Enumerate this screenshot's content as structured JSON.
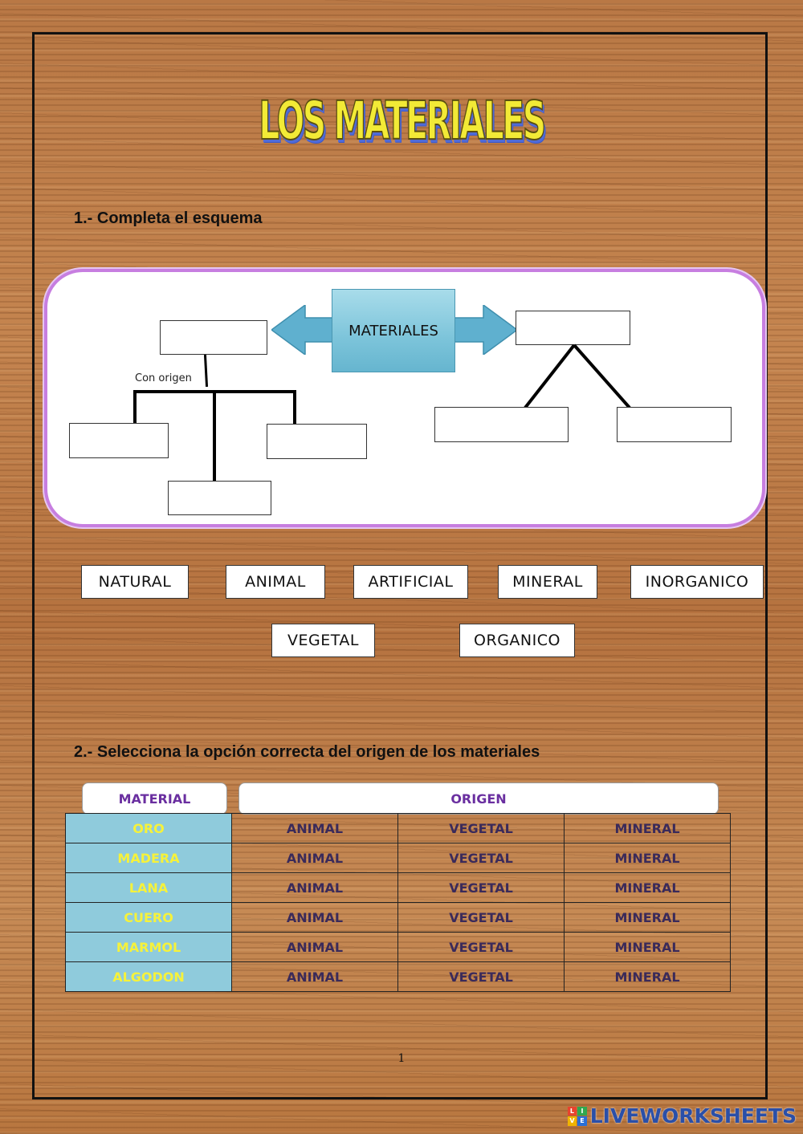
{
  "title": "LOS MATERIALES",
  "question1": "1.- Completa el esquema",
  "question2": "2.- Selecciona la opción correcta del origen de los materiales",
  "diagram": {
    "center": "MATERIALES",
    "side_label": "Con origen"
  },
  "word_bank": [
    "NATURAL",
    "ANIMAL",
    "ARTIFICIAL",
    "MINERAL",
    "INORGANICO",
    "VEGETAL",
    "ORGANICO"
  ],
  "table": {
    "header_material": "MATERIAL",
    "header_origin": "ORIGEN",
    "options": [
      "ANIMAL",
      "VEGETAL",
      "MINERAL"
    ],
    "rows": [
      {
        "material": "ORO"
      },
      {
        "material": "MADERA"
      },
      {
        "material": "LANA"
      },
      {
        "material": "CUERO"
      },
      {
        "material": "MARMOL"
      },
      {
        "material": "ALGODON"
      }
    ]
  },
  "page_number": "1",
  "brand": {
    "text": "LIVEWORKSHEETS",
    "logo_letters": [
      "L",
      "I",
      "V",
      "E"
    ],
    "colors": [
      "#e8432e",
      "#2fa84f",
      "#f0b400",
      "#2a6fd6"
    ]
  }
}
